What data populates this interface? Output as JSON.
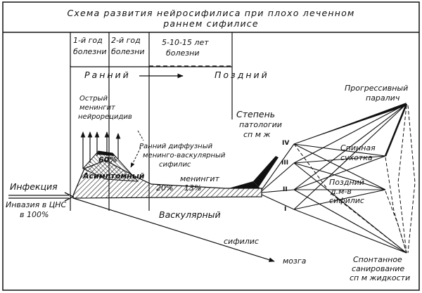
{
  "title": {
    "line1": "Схема развития нейросифилиса при плохо леченном",
    "line2": "раннем сифилисе"
  },
  "period_headers": {
    "first_year_a": "1-й год",
    "second_year_a": "2-й год",
    "years_later_a": "5-10-15 лет",
    "disease_1": "болезни",
    "disease_2": "болезни",
    "disease_3": "болезни"
  },
  "stages": {
    "early": "Ранний",
    "late": "Поздний"
  },
  "labels": {
    "acute_meningitis_1": "Острый",
    "acute_meningitis_2": "менингит",
    "acute_meningitis_3": "нейрорецидив",
    "early_diffuse_1": "Ранний диффузный",
    "early_diffuse_2": "менинго-васкулярный",
    "early_diffuse_3": "сифилис",
    "asymptomatic_1": "Асимптомный",
    "asymptomatic_2": "менингит",
    "infection": "Инфекция",
    "invasion_1": "Инвазия в ЦНС",
    "invasion_2": "в 100%",
    "pct60": "60%",
    "pct20": "20%",
    "pct13": "13%",
    "vascular_1": "Васкулярный",
    "vascular_2": "сифилис",
    "vascular_3": "мозга",
    "degree_1": "Степень",
    "degree_2": "патологии",
    "degree_3": "сп м ж",
    "progressive_1": "Прогрессивный",
    "progressive_2": "паралич",
    "tabes_1": "Спинная",
    "tabes_2": "сухотка",
    "late_men_1": "Поздний",
    "late_men_2": "д.м-в",
    "late_men_3": "сифилис",
    "spont_1": "Спонтанное",
    "spont_2": "санирование",
    "spont_3": "сп м жидкости",
    "r4": "IV",
    "r3": "III",
    "r2": "II",
    "r1": "I"
  },
  "colors": {
    "ink": "#111111",
    "paper": "#ffffff"
  }
}
